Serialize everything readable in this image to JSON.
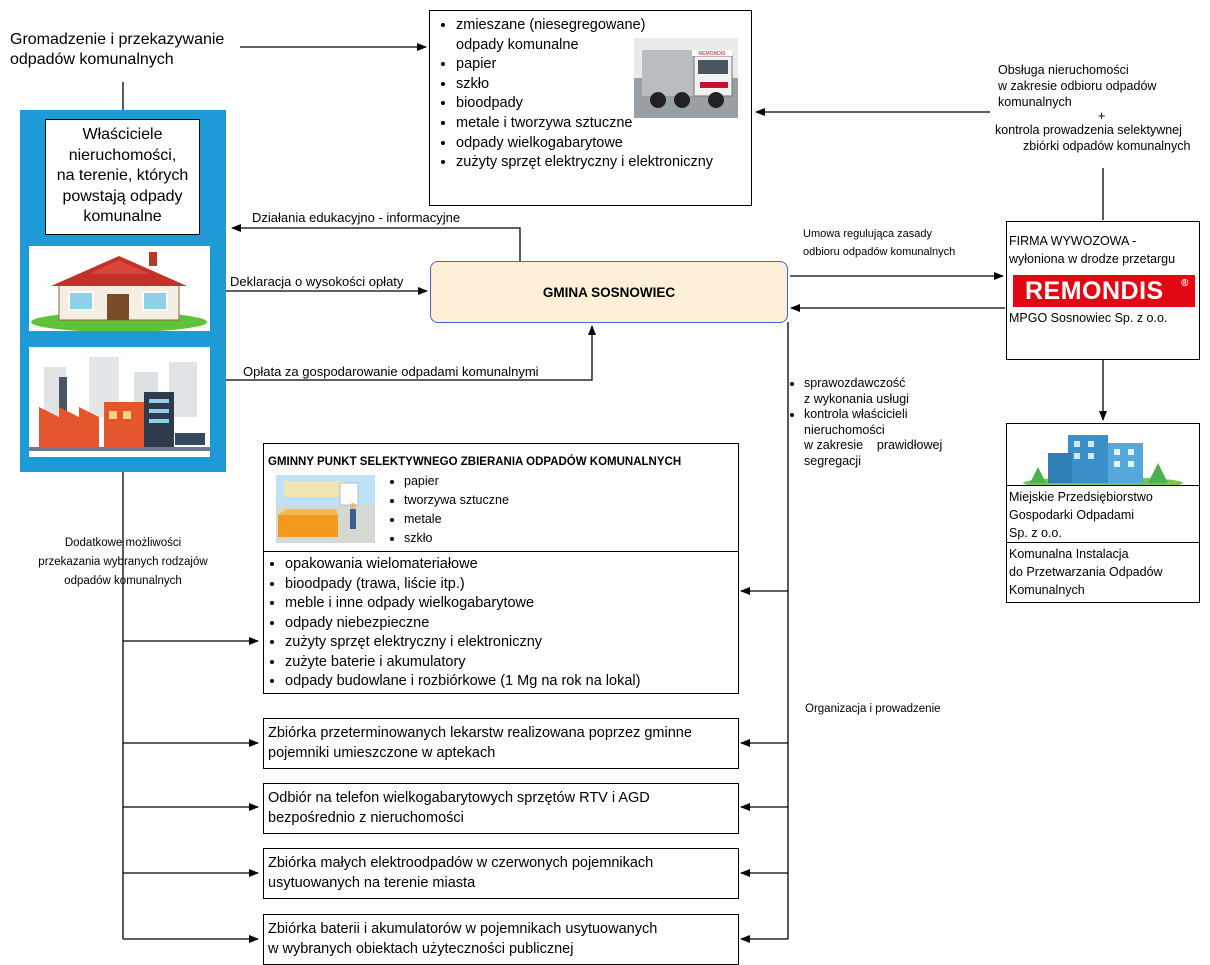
{
  "top_left_label": [
    "Gromadzenie i przekazywanie",
    "odpadów komunalnych"
  ],
  "collected_box": {
    "items": [
      "zmieszane (niesegregowane) odpady komunalne",
      "papier",
      "szkło",
      "bioodpady",
      "metale i tworzywa sztuczne",
      "odpady wielkogabarytowe",
      "zużyty sprzęt elektryczny i elektroniczny"
    ],
    "truck_sign": "REMONDIS"
  },
  "owners_panel": {
    "title_lines": [
      "Właściciele",
      "nieruchomości,",
      "na terenie, których",
      "powstają odpady",
      "komunalne"
    ],
    "accent_color": "#1e9bd7"
  },
  "right_top_text": {
    "lines1": [
      "Obsługa nieruchomości",
      "w zakresie odbioru odpadów",
      "komunalnych"
    ],
    "plus": "+",
    "lines2": [
      "kontrola prowadzenia selektywnej",
      "zbiórki odpadów komunalnych"
    ]
  },
  "gmina": {
    "title": "GMINA SOSNOWIEC",
    "fill": "#fdf0d7",
    "border": "#4a5fd8"
  },
  "edges": {
    "education": "Działania edukacyjno - informacyjne",
    "declaration": "Deklaracja o wysokości opłaty",
    "fee": "Opłata za gospodarowanie odpadami komunalnymi",
    "contract": [
      "Umowa regulująca zasady",
      "odbioru odpadów komunalnych"
    ],
    "reporting": [
      "sprawozdawczość",
      "z wykonania usługi"
    ],
    "control": [
      "kontrola właścicieli",
      "nieruchomości",
      "w zakresie    prawidłowej",
      "segregacji"
    ],
    "organization": "Organizacja i prowadzenie",
    "additional": [
      "Dodatkowe możliwości",
      "przekazania wybranych rodzajów",
      "odpadów komunalnych"
    ]
  },
  "firm": {
    "lines": [
      "FIRMA WYWOZOWA -",
      "wyłoniona w drodze przetargu"
    ],
    "logo": "REMONDIS",
    "logo_color": "#e30613",
    "sub": "MPGO Sosnowiec Sp. z o.o."
  },
  "mpgo": {
    "name_lines": [
      "Miejskie Przedsiębiorstwo",
      "Gospodarki Odpadami",
      "Sp. z o.o."
    ],
    "facility_lines": [
      "Komunalna Instalacja",
      "do Przetwarzania Odpadów",
      "Komunalnych"
    ]
  },
  "pszok": {
    "title": "GMINNY PUNKT SELEKTYWNEGO ZBIERANIA ODPADÓW KOMUNALNYCH",
    "small_items": [
      "papier",
      "tworzywa sztuczne",
      "metale",
      "szkło"
    ],
    "items": [
      "opakowania wielomateriałowe",
      "bioodpady (trawa, liście itp.)",
      "meble i inne odpady wielkogabarytowe",
      "odpady niebezpieczne",
      "zużyty sprzęt elektryczny i elektroniczny",
      "zużyte baterie i akumulatory",
      "odpady budowlane i rozbiórkowe (1 Mg na rok na lokal)"
    ]
  },
  "service_boxes": [
    [
      "Zbiórka przeterminowanych lekarstw realizowana poprzez gminne",
      "pojemniki umieszczone w aptekach"
    ],
    [
      "Odbiór na telefon wielkogabarytowych sprzętów RTV i AGD",
      "bezpośrednio z nieruchomości"
    ],
    [
      "Zbiórka małych elektroodpadów w czerwonych pojemnikach",
      "usytuowanych na terenie miasta"
    ],
    [
      "Zbiórka baterii i akumulatorów w pojemnikach usytuowanych",
      "w wybranych obiektach użyteczności publicznej"
    ]
  ]
}
